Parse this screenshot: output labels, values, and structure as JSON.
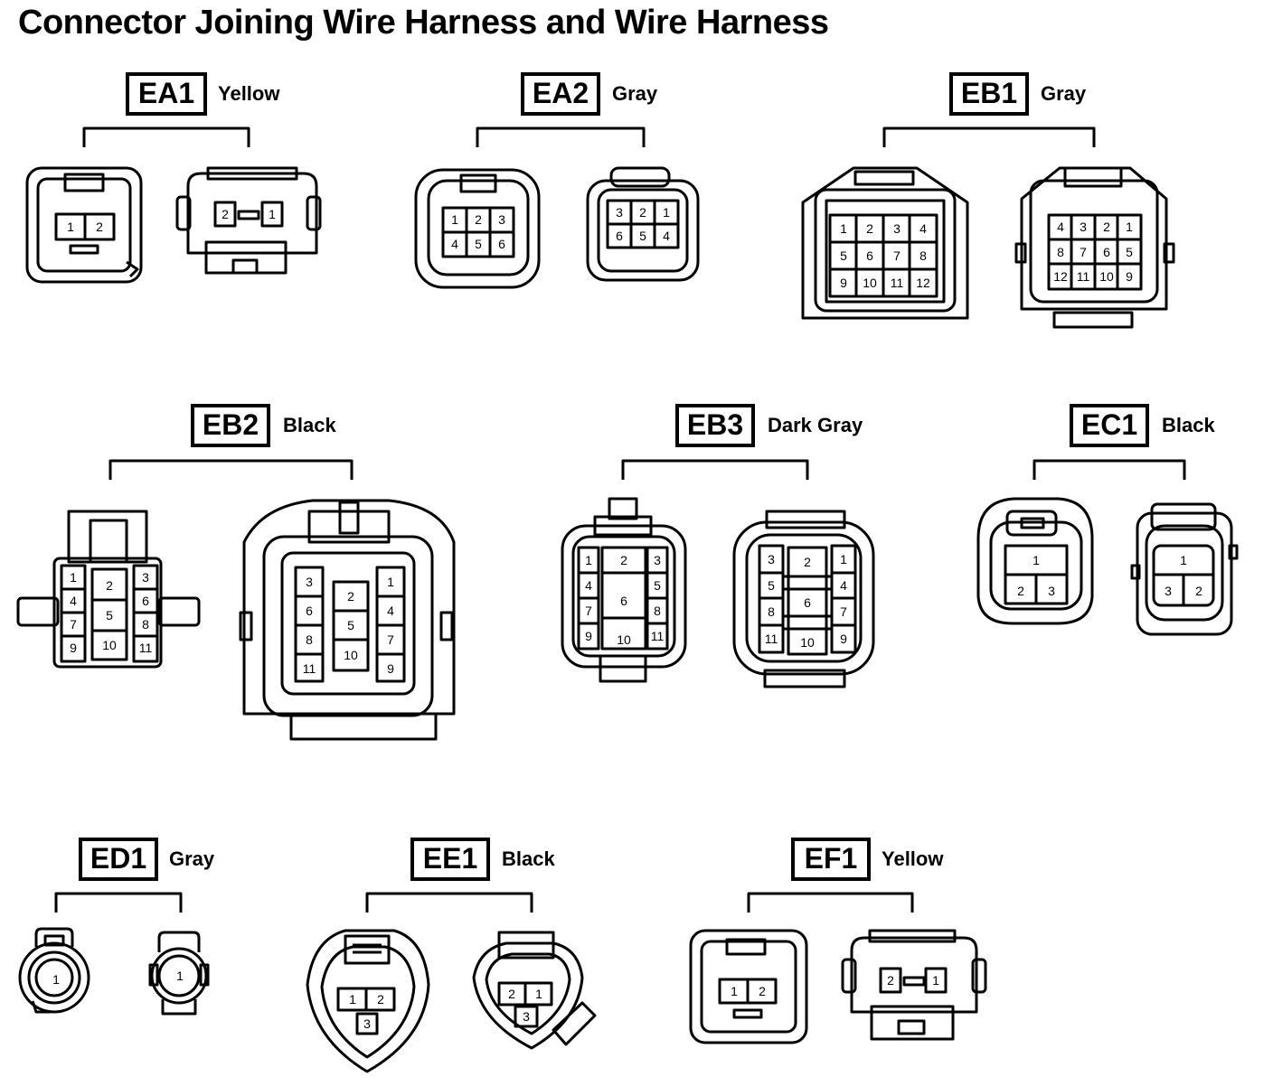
{
  "title": "Connector Joining Wire Harness and Wire Harness",
  "connectors": [
    {
      "code": "EA1",
      "color": "Yellow",
      "left_pins": [
        "1",
        "2"
      ],
      "right_pins": [
        "2",
        "1"
      ]
    },
    {
      "code": "EA2",
      "color": "Gray",
      "left_pins": [
        "1",
        "2",
        "3",
        "4",
        "5",
        "6"
      ],
      "right_pins": [
        "3",
        "2",
        "1",
        "6",
        "5",
        "4"
      ]
    },
    {
      "code": "EB1",
      "color": "Gray",
      "left_pins": [
        "1",
        "2",
        "3",
        "4",
        "5",
        "6",
        "7",
        "8",
        "9",
        "10",
        "11",
        "12"
      ],
      "right_pins": [
        "4",
        "3",
        "2",
        "1",
        "8",
        "7",
        "6",
        "5",
        "12",
        "11",
        "10",
        "9"
      ]
    },
    {
      "code": "EB2",
      "color": "Black",
      "left_pins": [
        "1",
        "4",
        "7",
        "9",
        "2",
        "5",
        "10",
        "3",
        "6",
        "8",
        "11"
      ],
      "right_pins": [
        "3",
        "6",
        "8",
        "11",
        "2",
        "5",
        "10",
        "1",
        "4",
        "7",
        "9"
      ]
    },
    {
      "code": "EB3",
      "color": "Dark Gray",
      "left_pins": [
        "1",
        "4",
        "7",
        "9",
        "2",
        "6",
        "10",
        "3",
        "5",
        "8",
        "11"
      ],
      "right_pins": [
        "3",
        "5",
        "8",
        "11",
        "2",
        "6",
        "10",
        "1",
        "4",
        "7",
        "9"
      ]
    },
    {
      "code": "EC1",
      "color": "Black",
      "left_pins": [
        "1",
        "2",
        "3"
      ],
      "right_pins": [
        "1",
        "3",
        "2"
      ]
    },
    {
      "code": "ED1",
      "color": "Gray",
      "left_pins": [
        "1"
      ],
      "right_pins": [
        "1"
      ]
    },
    {
      "code": "EE1",
      "color": "Black",
      "left_pins": [
        "1",
        "2",
        "3"
      ],
      "right_pins": [
        "2",
        "1",
        "3"
      ]
    },
    {
      "code": "EF1",
      "color": "Yellow",
      "left_pins": [
        "1",
        "2"
      ],
      "right_pins": [
        "2",
        "1"
      ]
    }
  ]
}
